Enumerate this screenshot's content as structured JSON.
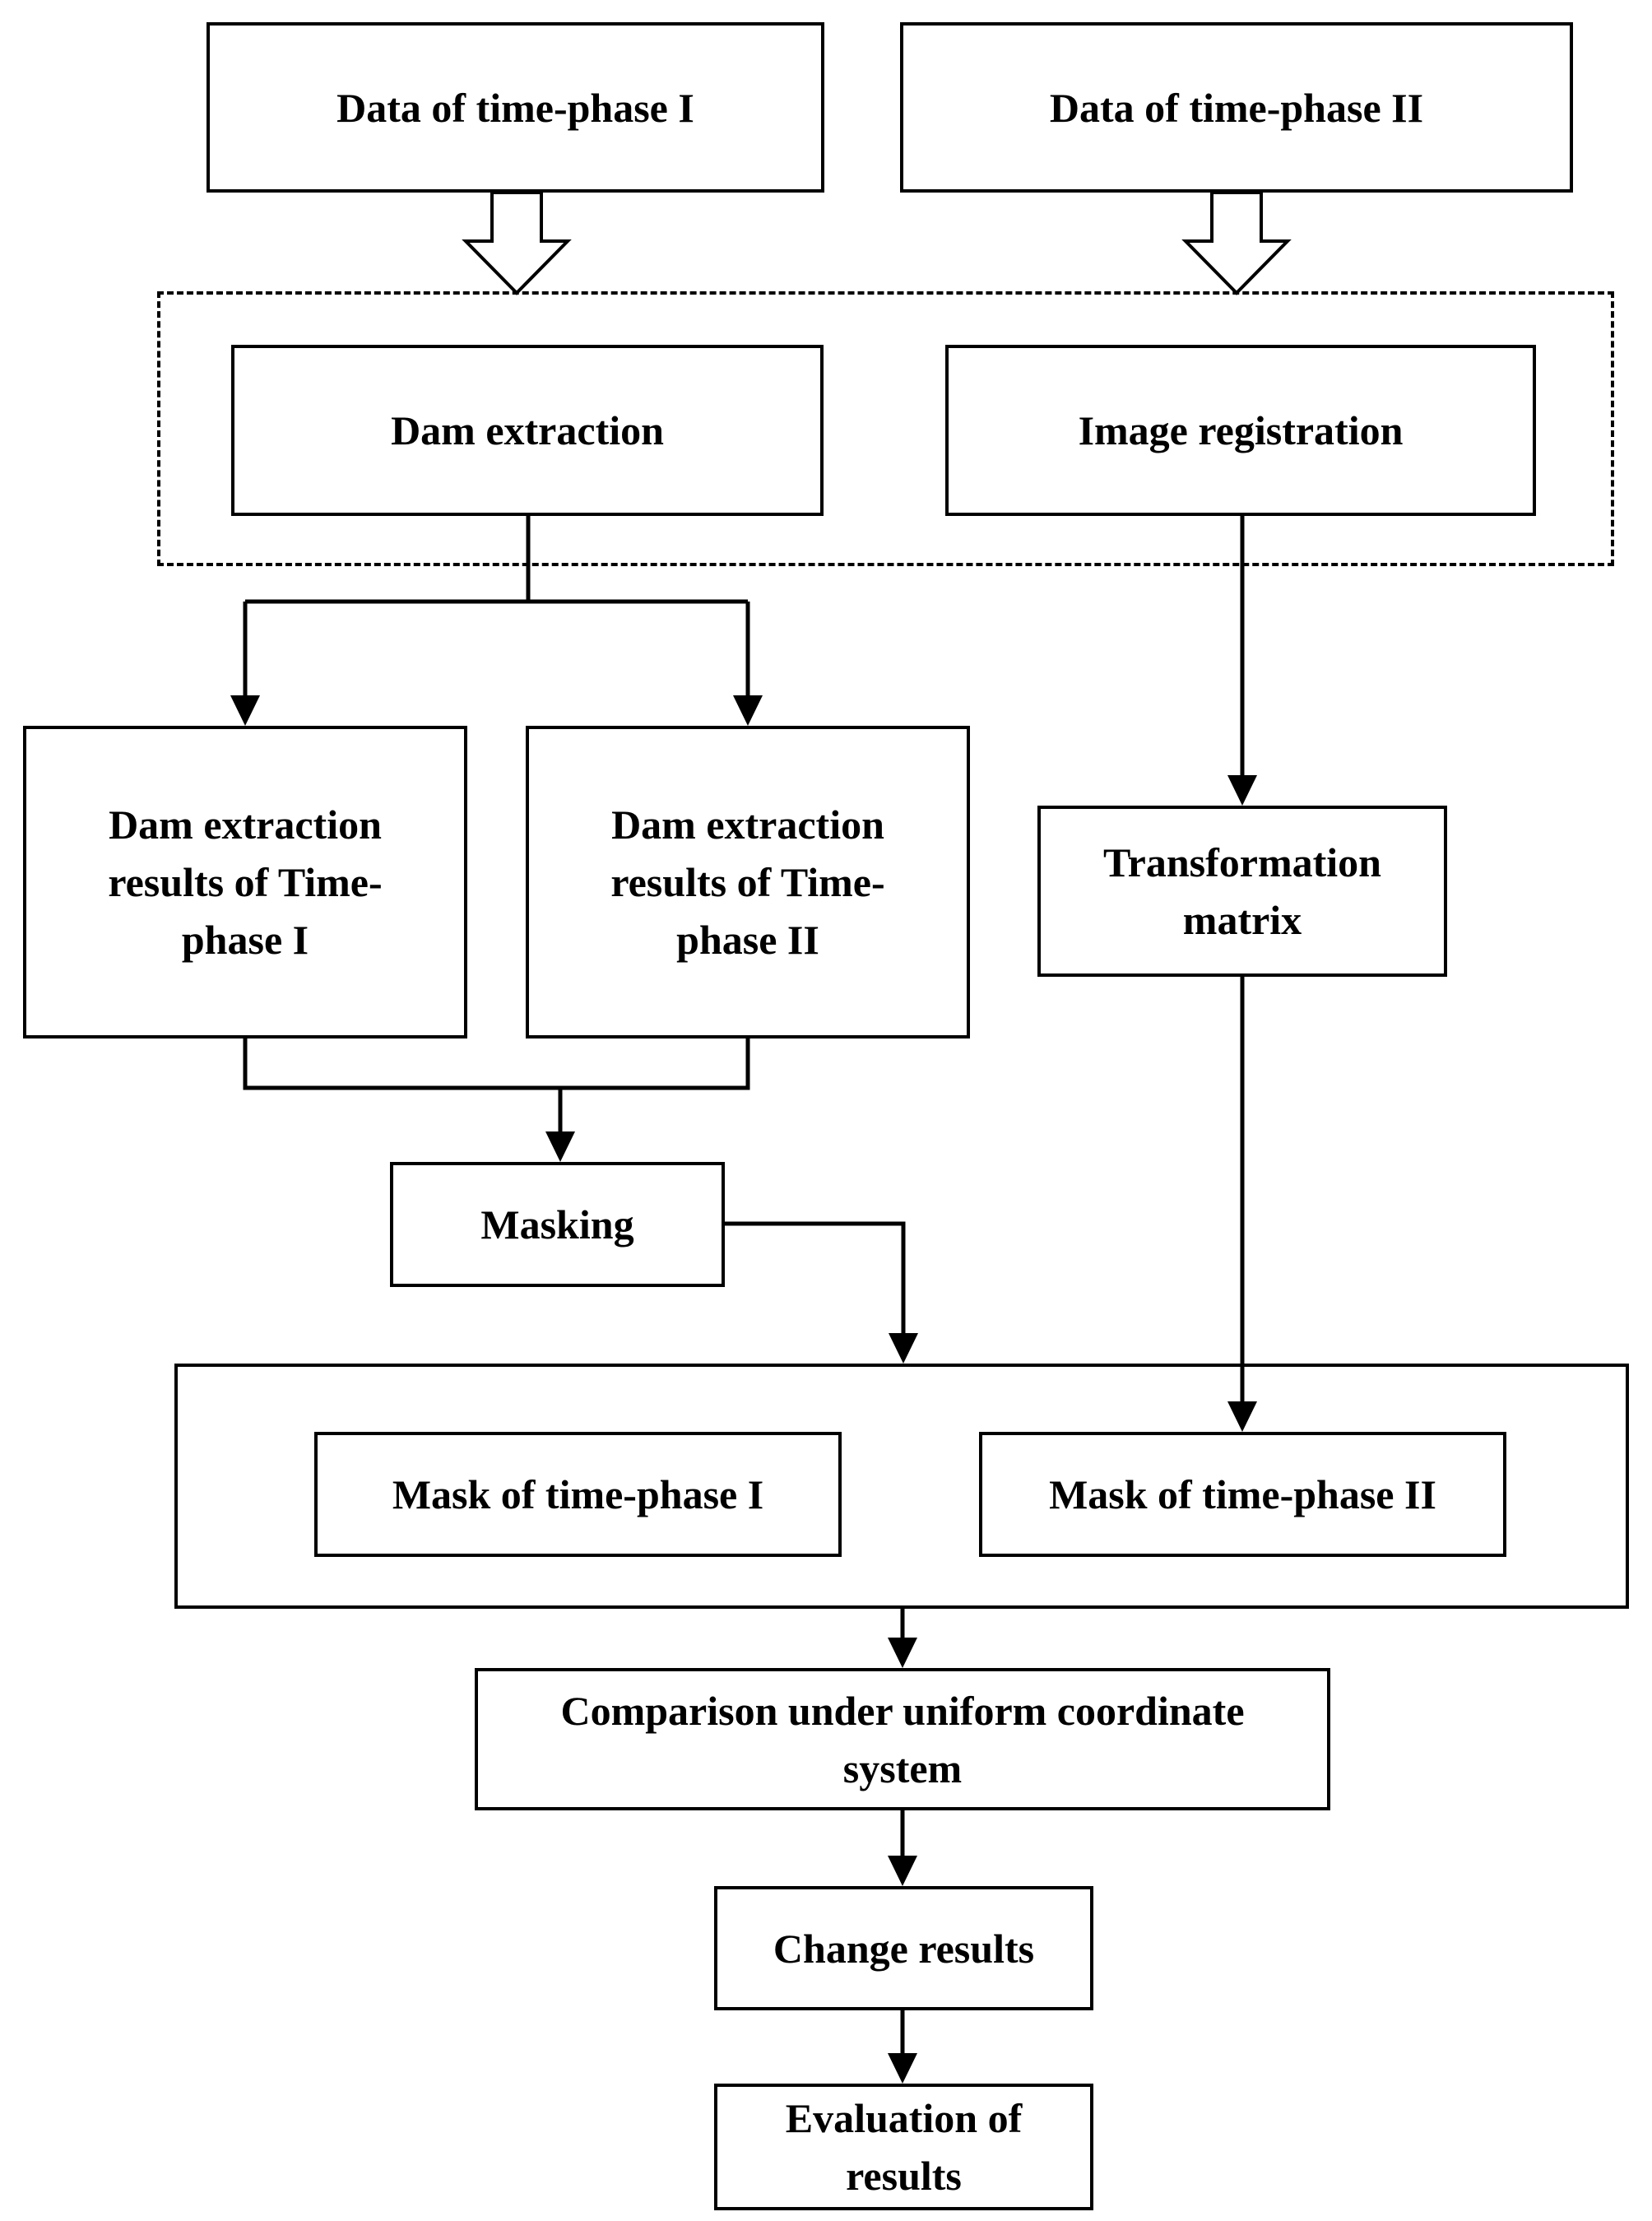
{
  "nodes": {
    "data_phase1": "Data of time-phase I",
    "data_phase2": "Data of time-phase II",
    "dam_extraction": "Dam extraction",
    "image_registration": "Image registration",
    "dam_results_phase1": "Dam extraction\nresults of Time-\nphase I",
    "dam_results_phase2": "Dam extraction\nresults of Time-\nphase II",
    "transformation_matrix": "Transformation\nmatrix",
    "masking": "Masking",
    "mask_phase1": "Mask of time-phase I",
    "mask_phase2": "Mask of time-phase II",
    "comparison": "Comparison under uniform coordinate\nsystem",
    "change_results": "Change results",
    "evaluation": "Evaluation of\nresults"
  }
}
